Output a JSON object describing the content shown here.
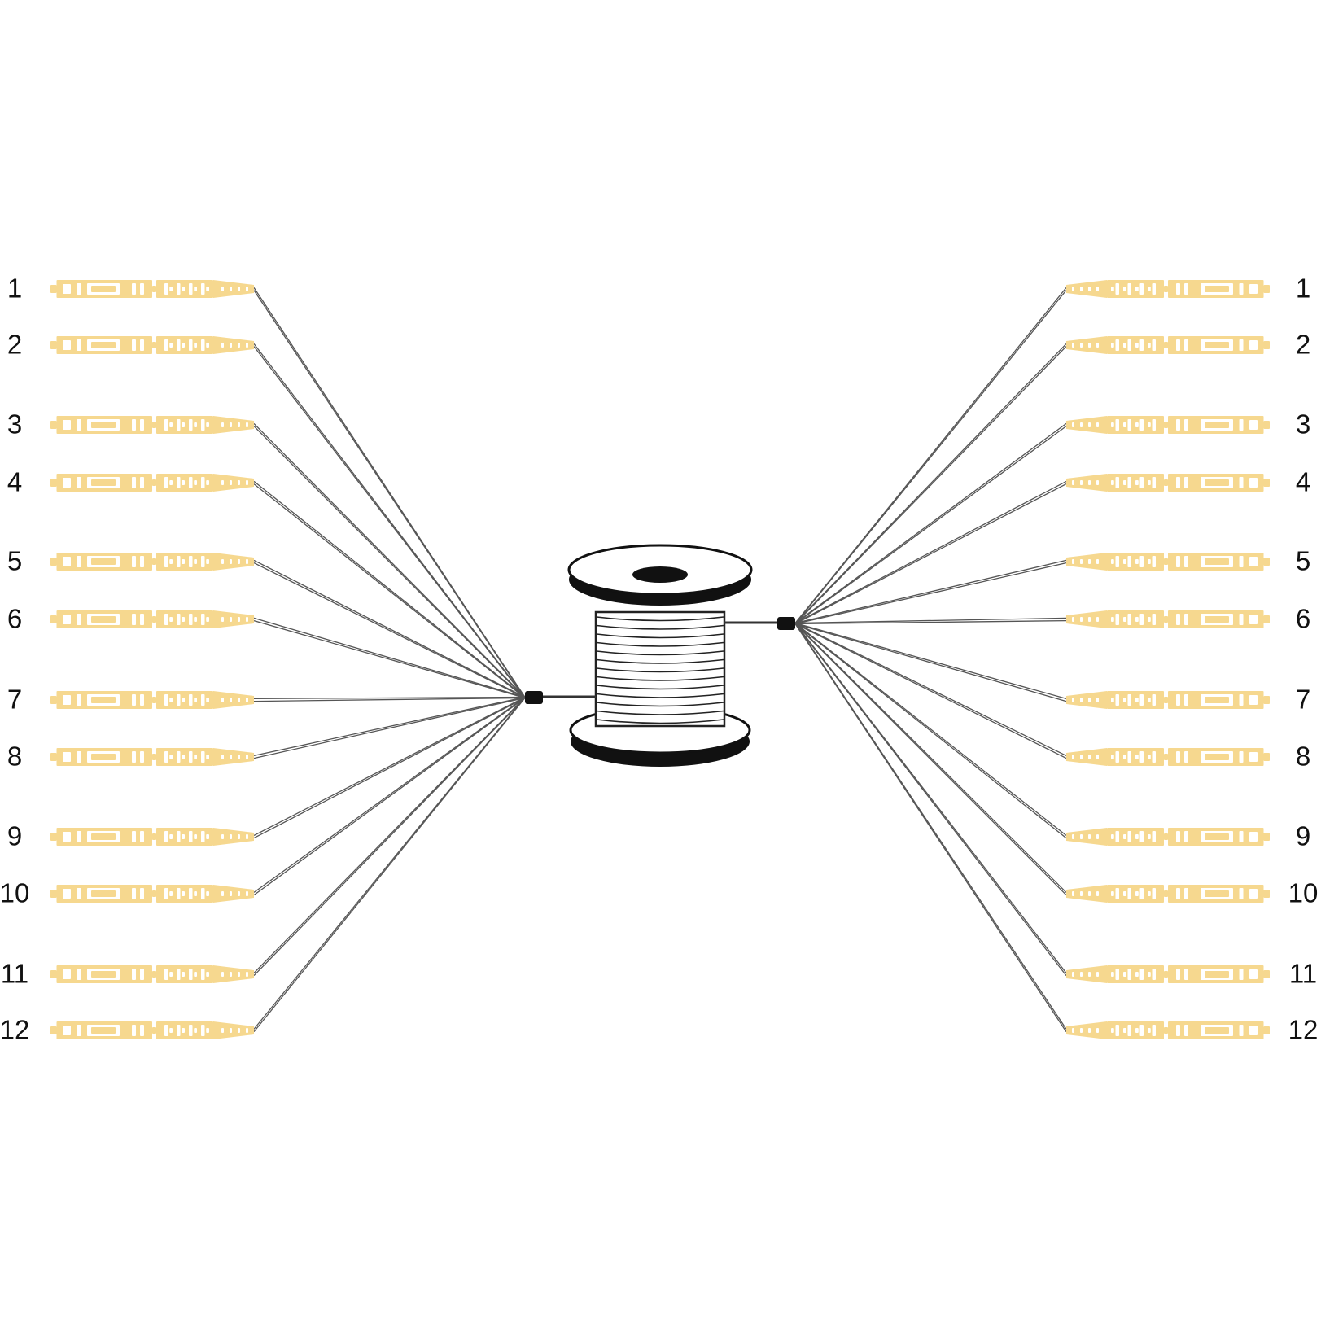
{
  "colors": {
    "background": "#ffffff",
    "connector": "#f6d88f",
    "connector_detail": "#ffffff",
    "fiber": "#555555",
    "spool_flange": "#111111",
    "spool_line": "#222222",
    "label": "#111111"
  },
  "icons": {
    "connector": "sc-connector-icon",
    "spool": "cable-spool-icon",
    "breakout": "breakout-sleeve-icon"
  },
  "left_labels": [
    "1",
    "2",
    "3",
    "4",
    "5",
    "6",
    "7",
    "8",
    "9",
    "10",
    "11",
    "12"
  ],
  "right_labels": [
    "1",
    "2",
    "3",
    "4",
    "5",
    "6",
    "7",
    "8",
    "9",
    "10",
    "11",
    "12"
  ]
}
